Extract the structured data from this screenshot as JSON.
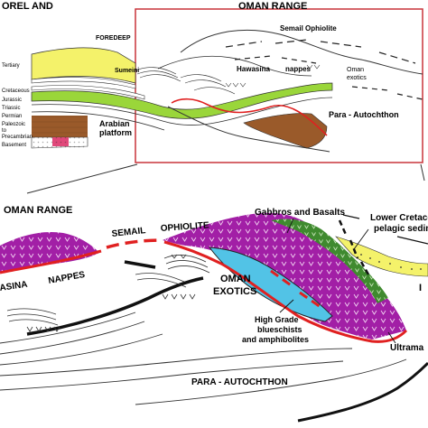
{
  "top_panel": {
    "foreland_title": "OREL AND",
    "oman_range_title": "OMAN RANGE",
    "foredeep": "FOREDEEP",
    "semail_ophiolite": "Semail Ophiolite",
    "sumeini": "Sumeini",
    "hawasina": "Hawasina",
    "nappes": "nappes",
    "oman": "Oman",
    "exotics": "exotics",
    "arabian": "Arabian",
    "platform": "platform",
    "para_autochthon": "Para - Autochthon"
  },
  "stratigraphy_legend": [
    "Tertiary",
    "Cretaceous",
    "Jurassic",
    "Triassic",
    "Permian",
    "Paleozoic",
    "to",
    "Precambrian",
    "Basement"
  ],
  "bottom_panel": {
    "oman_range_title": "OMAN RANGE",
    "semail": "SEMAIL",
    "ophiolite": "OPHIOLITE",
    "hawasina": "ASINA",
    "nappes": "NAPPES",
    "oman": "OMAN",
    "exotics": "EXOTICS",
    "gabbros_basalts": "Gabbros and Basalts",
    "lower_cretaceous_1": "Lower Cretaceo",
    "lower_cretaceous_2": "pelagic sedime",
    "high_grade_1": "High Grade",
    "high_grade_2": "blueschists",
    "high_grade_3": "and amphibolites",
    "ultramafic": "Ultrama",
    "para_autochthon": "PARA - AUTOCHTHON",
    "cut_letter": "I"
  },
  "colors": {
    "tertiary_yellow": "#f4f26a",
    "cretaceous_green": "#9ad63a",
    "paleozoic_brown": "#9a5a2a",
    "ophiolite_purple": "#a21fa6",
    "exotics_blue": "#52c3e6",
    "gabbro_green": "#3f8a2f",
    "thrust_red": "#e02020",
    "basement_pink": "#e0487a"
  }
}
